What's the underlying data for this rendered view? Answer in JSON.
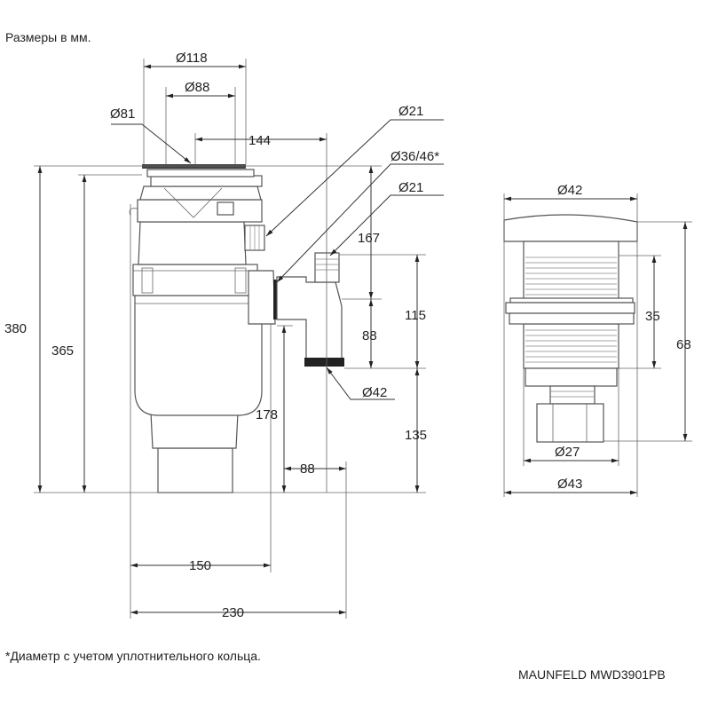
{
  "header": {
    "units_note": "Размеры в мм."
  },
  "footer": {
    "footnote": "*Диаметр с учетом уплотнительного кольца.",
    "model": "MAUNFELD MWD3901PB"
  },
  "disposer": {
    "dimensions": {
      "top_flange_diameter": "Ø118",
      "inner_diameter": "Ø88",
      "sink_hole_diameter": "Ø81",
      "outlet_offset": "144",
      "dishwasher_inlet_diameter": "Ø21",
      "drain_connection_diameter": "Ø36/46*",
      "outlet_top_diameter": "Ø21",
      "outlet_bottom_diameter": "Ø42",
      "total_height": "380",
      "body_height": "365",
      "flange_to_outlet_height": "167",
      "outlet_pipe_height": "115",
      "outlet_drop": "88",
      "outlet_bottom_height": "135",
      "drain_height": "178",
      "drain_horizontal": "88",
      "body_width": "150",
      "total_width": "230"
    }
  },
  "pneumatic_button": {
    "dimensions": {
      "cap_diameter": "Ø42",
      "thread_length": "35",
      "total_height": "68",
      "thread_diameter": "Ø27",
      "flange_diameter": "Ø43"
    }
  }
}
